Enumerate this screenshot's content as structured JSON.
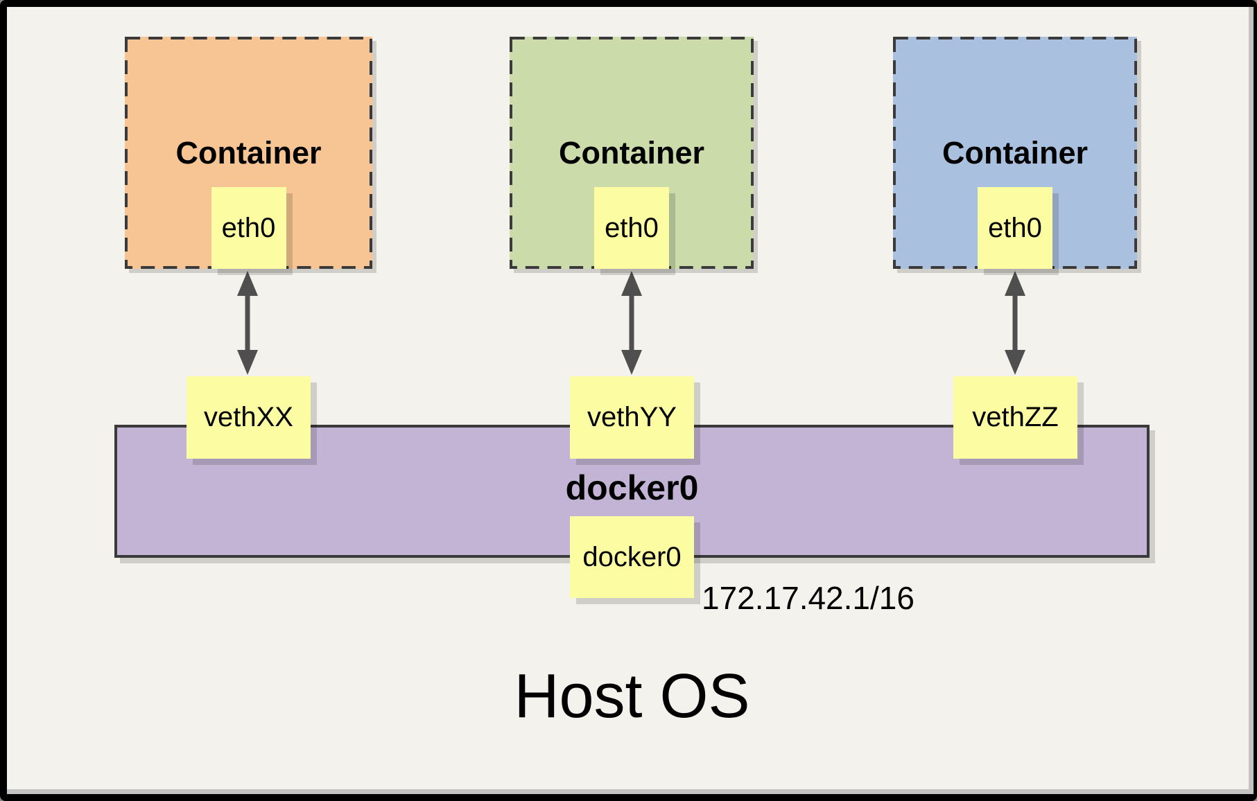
{
  "host": {
    "label": "Host OS"
  },
  "containers": [
    {
      "label": "Container",
      "interface": "eth0",
      "veth": "vethXX",
      "fill": "#F6C593"
    },
    {
      "label": "Container",
      "interface": "eth0",
      "veth": "vethYY",
      "fill": "#CBDBA9"
    },
    {
      "label": "Container",
      "interface": "eth0",
      "veth": "vethZZ",
      "fill": "#A9C1DE"
    }
  ],
  "bridge": {
    "label": "docker0",
    "interface": "docker0",
    "subnet": "172.17.42.1/16",
    "fill": "#C3B4D5"
  },
  "styles": {
    "background": "#F4F2EC",
    "frame_border": "#000000",
    "shadow_strip": "#C3C3C3",
    "note_fill": "#FCFCA2",
    "dashed_border": "#3A3A3A",
    "arrow_color": "#4F4F4F"
  }
}
